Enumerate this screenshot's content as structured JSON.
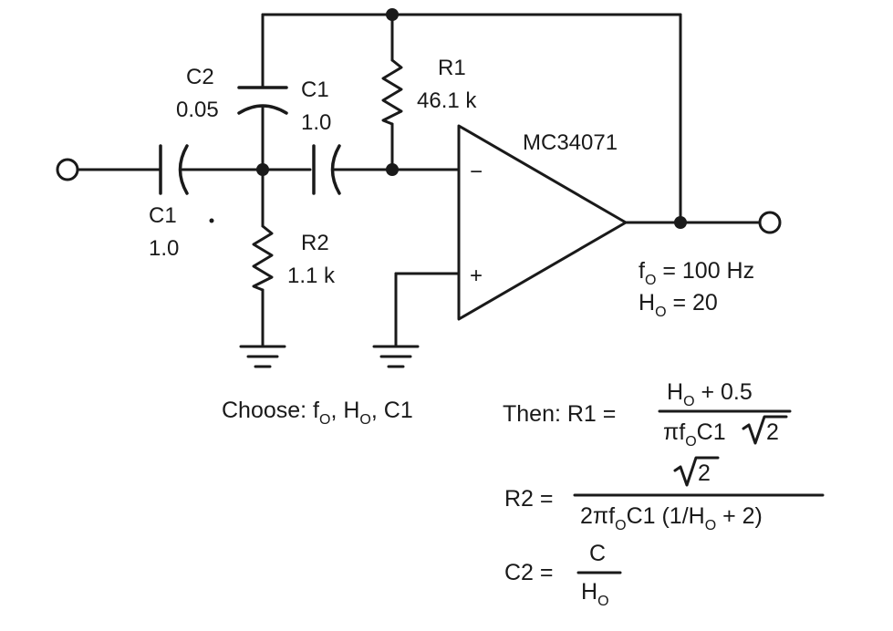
{
  "components": {
    "c2": {
      "name": "C2",
      "value": "0.05"
    },
    "c1_feedback": {
      "name": "C1",
      "value": "1.0"
    },
    "r1": {
      "name": "R1",
      "value": "46.1 k"
    },
    "c1_input": {
      "name": "C1",
      "value": "1.0"
    },
    "r2": {
      "name": "R2",
      "value": "1.1 k"
    },
    "opamp": {
      "name": "MC34071",
      "inv_sign": "−",
      "noninv_sign": "+"
    }
  },
  "specs": {
    "fo_sym": "f",
    "fo_sub": "O",
    "fo_rest": " = 100 Hz",
    "ho_sym": "H",
    "ho_sub": "O",
    "ho_rest": " = 20"
  },
  "choose": {
    "prefix": "Choose: f",
    "sub1": "O",
    "mid1": ", H",
    "sub2": "O",
    "end": ", C1"
  },
  "formulas": {
    "r1": {
      "lhs": "Then: R1 =",
      "num_a": "H",
      "num_sub": "O",
      "num_b": " + 0.5",
      "den_a": "πf",
      "den_sub": "O",
      "den_b": "C1",
      "den_c": "2"
    },
    "r2": {
      "lhs": "R2 =",
      "num": "2",
      "den_a": "2πf",
      "den_sub": "O",
      "den_b": "C1 (1/H",
      "den_sub2": "O",
      "den_c": " + 2)"
    },
    "c2": {
      "lhs": "C2 =",
      "num": "C",
      "den_a": "H",
      "den_sub": "O"
    }
  }
}
